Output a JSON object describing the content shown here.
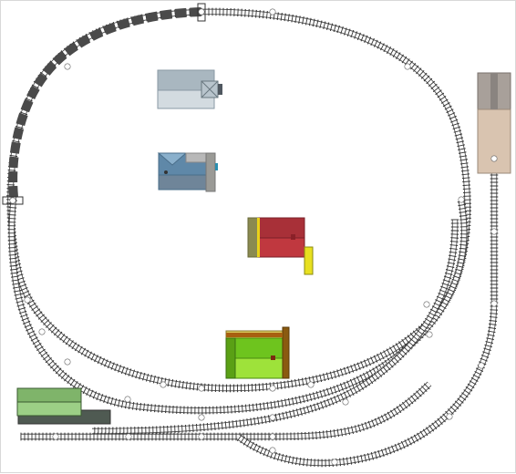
{
  "title": "",
  "colors": {
    "background": "#ffffff",
    "rail": "#555555",
    "sleeper": "#333333",
    "node": "#ffffff",
    "highlight_track": "#4a4a4a",
    "building_grey_top": "#a9b7c0",
    "building_grey_bottom": "#d3dbe0",
    "building_blue_top": "#5f88a8",
    "building_blue_bottom": "#6f8599",
    "building_red_top": "#a83038",
    "building_red_bottom": "#c0383f",
    "building_green_top": "#6ec41e",
    "building_green_bottom": "#9ee23a",
    "building_tan_top": "#a8a09a",
    "building_tan_bottom": "#d9c4b0",
    "platform_green_top": "#7fb46a",
    "platform_green_bottom": "#9ccf86",
    "platform_dark": "#4f5a52"
  },
  "legend": [],
  "nodes": [],
  "tracks": [
    {
      "name": "outer-oval-loop",
      "kind": "loop"
    },
    {
      "name": "inner-oval-loop",
      "kind": "loop"
    },
    {
      "name": "right-siding",
      "kind": "siding"
    },
    {
      "name": "bottom-straight",
      "kind": "straight"
    },
    {
      "name": "passing-loop",
      "kind": "curve"
    }
  ],
  "buildings": [
    {
      "name": "grey-station-building",
      "style": "grey"
    },
    {
      "name": "blue-house",
      "style": "blue"
    },
    {
      "name": "red-barn",
      "style": "red"
    },
    {
      "name": "green-shed",
      "style": "green"
    },
    {
      "name": "tan-warehouse",
      "style": "tan"
    },
    {
      "name": "green-platform",
      "style": "platform"
    }
  ]
}
